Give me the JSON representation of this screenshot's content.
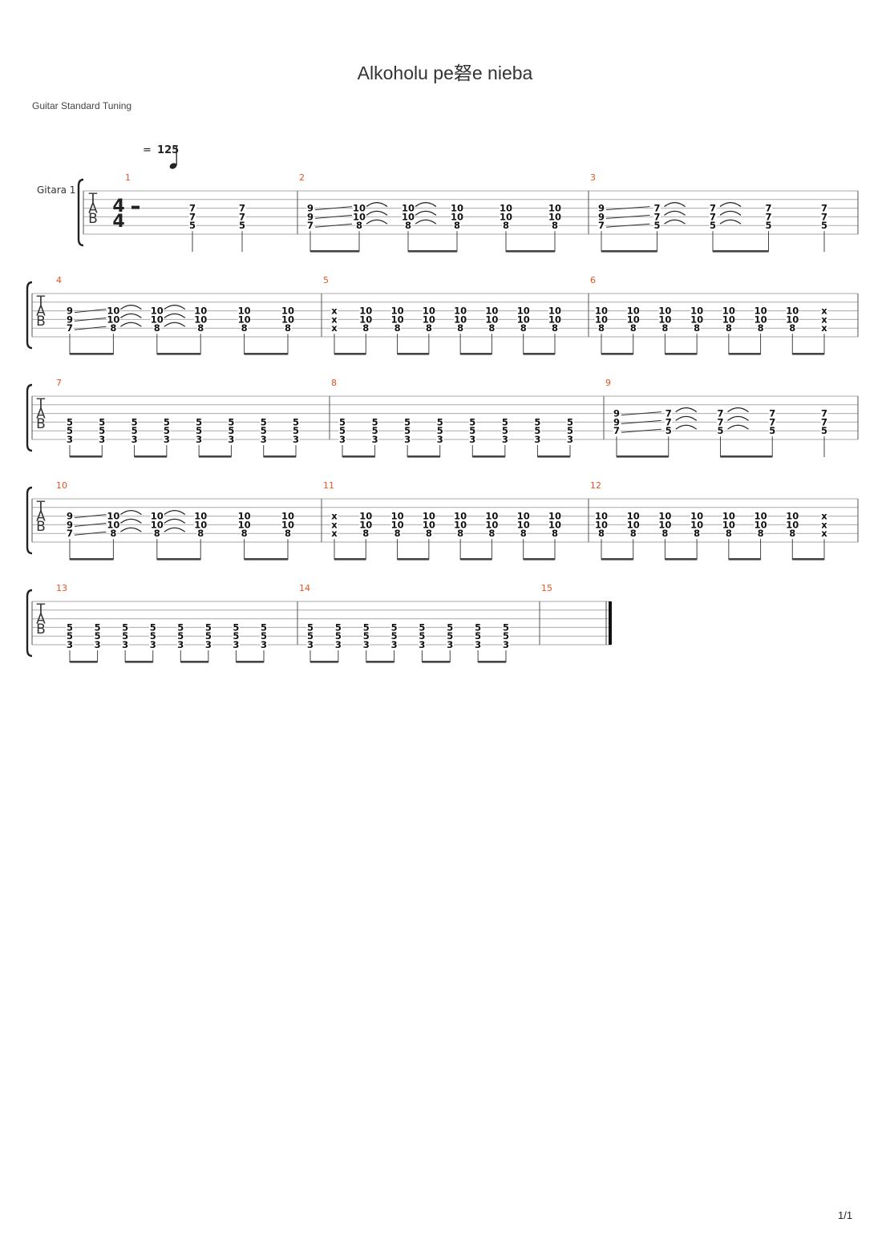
{
  "title": "Alkoholu pe砮e nieba",
  "tuning": "Guitar Standard Tuning",
  "tempo": {
    "symbol": "=",
    "bpm": "125"
  },
  "track_name": "Gitara 1",
  "time_signature": {
    "top": "4",
    "bottom": "4"
  },
  "tab_clef": [
    "T",
    "A",
    "B"
  ],
  "page_number": "1/1",
  "colors": {
    "measure_number": "#e8521e",
    "staff_line": "#999999",
    "text": "#222222"
  },
  "systems": [
    {
      "measures": [
        {
          "number": "1",
          "rest": true,
          "beats": [
            {
              "n": {
                "3": "7",
                "4": "7",
                "5": "5"
              }
            },
            {
              "n": {
                "3": "7",
                "4": "7",
                "5": "5"
              }
            }
          ]
        },
        {
          "number": "2",
          "beats": [
            {
              "n": {
                "3": "9",
                "4": "9",
                "5": "7"
              },
              "slide": true
            },
            {
              "n": {
                "3": "10",
                "4": "10",
                "5": "8"
              },
              "tie": true
            },
            {
              "n": {
                "3": "10",
                "4": "10",
                "5": "8"
              },
              "tie": true
            },
            {
              "n": {
                "3": "10",
                "4": "10",
                "5": "8"
              }
            },
            {
              "n": {
                "3": "10",
                "4": "10",
                "5": "8"
              }
            },
            {
              "n": {
                "3": "10",
                "4": "10",
                "5": "8"
              }
            }
          ]
        },
        {
          "number": "3",
          "beats": [
            {
              "n": {
                "3": "9",
                "4": "9",
                "5": "7"
              },
              "slide": true
            },
            {
              "n": {
                "3": "7",
                "4": "7",
                "5": "5"
              },
              "tie": true
            },
            {
              "n": {
                "3": "7",
                "4": "7",
                "5": "5"
              },
              "tie": true
            },
            {
              "n": {
                "3": "7",
                "4": "7",
                "5": "5"
              }
            },
            {
              "n": {
                "3": "7",
                "4": "7",
                "5": "5"
              }
            }
          ]
        }
      ]
    },
    {
      "measures": [
        {
          "number": "4",
          "beats": [
            {
              "n": {
                "3": "9",
                "4": "9",
                "5": "7"
              },
              "slide": true
            },
            {
              "n": {
                "3": "10",
                "4": "10",
                "5": "8"
              },
              "tie": true
            },
            {
              "n": {
                "3": "10",
                "4": "10",
                "5": "8"
              },
              "tie": true
            },
            {
              "n": {
                "3": "10",
                "4": "10",
                "5": "8"
              }
            },
            {
              "n": {
                "3": "10",
                "4": "10",
                "5": "8"
              }
            },
            {
              "n": {
                "3": "10",
                "4": "10",
                "5": "8"
              }
            }
          ]
        },
        {
          "number": "5",
          "beats": [
            {
              "n": {
                "3": "x",
                "4": "x",
                "5": "x"
              }
            },
            {
              "n": {
                "3": "10",
                "4": "10",
                "5": "8"
              }
            },
            {
              "n": {
                "3": "10",
                "4": "10",
                "5": "8"
              }
            },
            {
              "n": {
                "3": "10",
                "4": "10",
                "5": "8"
              }
            },
            {
              "n": {
                "3": "10",
                "4": "10",
                "5": "8"
              }
            },
            {
              "n": {
                "3": "10",
                "4": "10",
                "5": "8"
              }
            },
            {
              "n": {
                "3": "10",
                "4": "10",
                "5": "8"
              }
            },
            {
              "n": {
                "3": "10",
                "4": "10",
                "5": "8"
              }
            }
          ]
        },
        {
          "number": "6",
          "beats": [
            {
              "n": {
                "3": "10",
                "4": "10",
                "5": "8"
              }
            },
            {
              "n": {
                "3": "10",
                "4": "10",
                "5": "8"
              }
            },
            {
              "n": {
                "3": "10",
                "4": "10",
                "5": "8"
              }
            },
            {
              "n": {
                "3": "10",
                "4": "10",
                "5": "8"
              }
            },
            {
              "n": {
                "3": "10",
                "4": "10",
                "5": "8"
              }
            },
            {
              "n": {
                "3": "10",
                "4": "10",
                "5": "8"
              }
            },
            {
              "n": {
                "3": "10",
                "4": "10",
                "5": "8"
              }
            },
            {
              "n": {
                "3": "x",
                "4": "x",
                "5": "x"
              }
            }
          ]
        }
      ]
    },
    {
      "measures": [
        {
          "number": "7",
          "beats": [
            {
              "n": {
                "4": "5",
                "5": "5",
                "6": "3"
              }
            },
            {
              "n": {
                "4": "5",
                "5": "5",
                "6": "3"
              }
            },
            {
              "n": {
                "4": "5",
                "5": "5",
                "6": "3"
              }
            },
            {
              "n": {
                "4": "5",
                "5": "5",
                "6": "3"
              }
            },
            {
              "n": {
                "4": "5",
                "5": "5",
                "6": "3"
              }
            },
            {
              "n": {
                "4": "5",
                "5": "5",
                "6": "3"
              }
            },
            {
              "n": {
                "4": "5",
                "5": "5",
                "6": "3"
              }
            },
            {
              "n": {
                "4": "5",
                "5": "5",
                "6": "3"
              }
            }
          ]
        },
        {
          "number": "8",
          "beats": [
            {
              "n": {
                "4": "5",
                "5": "5",
                "6": "3"
              }
            },
            {
              "n": {
                "4": "5",
                "5": "5",
                "6": "3"
              }
            },
            {
              "n": {
                "4": "5",
                "5": "5",
                "6": "3"
              }
            },
            {
              "n": {
                "4": "5",
                "5": "5",
                "6": "3"
              }
            },
            {
              "n": {
                "4": "5",
                "5": "5",
                "6": "3"
              }
            },
            {
              "n": {
                "4": "5",
                "5": "5",
                "6": "3"
              }
            },
            {
              "n": {
                "4": "5",
                "5": "5",
                "6": "3"
              }
            },
            {
              "n": {
                "4": "5",
                "5": "5",
                "6": "3"
              }
            }
          ]
        },
        {
          "number": "9",
          "beats": [
            {
              "n": {
                "3": "9",
                "4": "9",
                "5": "7"
              },
              "slide": true
            },
            {
              "n": {
                "3": "7",
                "4": "7",
                "5": "5"
              },
              "tie": true
            },
            {
              "n": {
                "3": "7",
                "4": "7",
                "5": "5"
              },
              "tie": true
            },
            {
              "n": {
                "3": "7",
                "4": "7",
                "5": "5"
              }
            },
            {
              "n": {
                "3": "7",
                "4": "7",
                "5": "5"
              }
            }
          ]
        }
      ]
    },
    {
      "measures": [
        {
          "number": "10",
          "beats": [
            {
              "n": {
                "3": "9",
                "4": "9",
                "5": "7"
              },
              "slide": true
            },
            {
              "n": {
                "3": "10",
                "4": "10",
                "5": "8"
              },
              "tie": true
            },
            {
              "n": {
                "3": "10",
                "4": "10",
                "5": "8"
              },
              "tie": true
            },
            {
              "n": {
                "3": "10",
                "4": "10",
                "5": "8"
              }
            },
            {
              "n": {
                "3": "10",
                "4": "10",
                "5": "8"
              }
            },
            {
              "n": {
                "3": "10",
                "4": "10",
                "5": "8"
              }
            }
          ]
        },
        {
          "number": "11",
          "beats": [
            {
              "n": {
                "3": "x",
                "4": "x",
                "5": "x"
              }
            },
            {
              "n": {
                "3": "10",
                "4": "10",
                "5": "8"
              }
            },
            {
              "n": {
                "3": "10",
                "4": "10",
                "5": "8"
              }
            },
            {
              "n": {
                "3": "10",
                "4": "10",
                "5": "8"
              }
            },
            {
              "n": {
                "3": "10",
                "4": "10",
                "5": "8"
              }
            },
            {
              "n": {
                "3": "10",
                "4": "10",
                "5": "8"
              }
            },
            {
              "n": {
                "3": "10",
                "4": "10",
                "5": "8"
              }
            },
            {
              "n": {
                "3": "10",
                "4": "10",
                "5": "8"
              }
            }
          ]
        },
        {
          "number": "12",
          "beats": [
            {
              "n": {
                "3": "10",
                "4": "10",
                "5": "8"
              }
            },
            {
              "n": {
                "3": "10",
                "4": "10",
                "5": "8"
              }
            },
            {
              "n": {
                "3": "10",
                "4": "10",
                "5": "8"
              }
            },
            {
              "n": {
                "3": "10",
                "4": "10",
                "5": "8"
              }
            },
            {
              "n": {
                "3": "10",
                "4": "10",
                "5": "8"
              }
            },
            {
              "n": {
                "3": "10",
                "4": "10",
                "5": "8"
              }
            },
            {
              "n": {
                "3": "10",
                "4": "10",
                "5": "8"
              }
            },
            {
              "n": {
                "3": "x",
                "4": "x",
                "5": "x"
              }
            }
          ]
        }
      ]
    },
    {
      "measures": [
        {
          "number": "13",
          "beats": [
            {
              "n": {
                "4": "5",
                "5": "5",
                "6": "3"
              }
            },
            {
              "n": {
                "4": "5",
                "5": "5",
                "6": "3"
              }
            },
            {
              "n": {
                "4": "5",
                "5": "5",
                "6": "3"
              }
            },
            {
              "n": {
                "4": "5",
                "5": "5",
                "6": "3"
              }
            },
            {
              "n": {
                "4": "5",
                "5": "5",
                "6": "3"
              }
            },
            {
              "n": {
                "4": "5",
                "5": "5",
                "6": "3"
              }
            },
            {
              "n": {
                "4": "5",
                "5": "5",
                "6": "3"
              }
            },
            {
              "n": {
                "4": "5",
                "5": "5",
                "6": "3"
              }
            }
          ]
        },
        {
          "number": "14",
          "beats": [
            {
              "n": {
                "4": "5",
                "5": "5",
                "6": "3"
              }
            },
            {
              "n": {
                "4": "5",
                "5": "5",
                "6": "3"
              }
            },
            {
              "n": {
                "4": "5",
                "5": "5",
                "6": "3"
              }
            },
            {
              "n": {
                "4": "5",
                "5": "5",
                "6": "3"
              }
            },
            {
              "n": {
                "4": "5",
                "5": "5",
                "6": "3"
              }
            },
            {
              "n": {
                "4": "5",
                "5": "5",
                "6": "3"
              }
            },
            {
              "n": {
                "4": "5",
                "5": "5",
                "6": "3"
              }
            },
            {
              "n": {
                "4": "5",
                "5": "5",
                "6": "3"
              }
            }
          ]
        },
        {
          "number": "15",
          "beats": [],
          "final": true
        }
      ]
    }
  ]
}
